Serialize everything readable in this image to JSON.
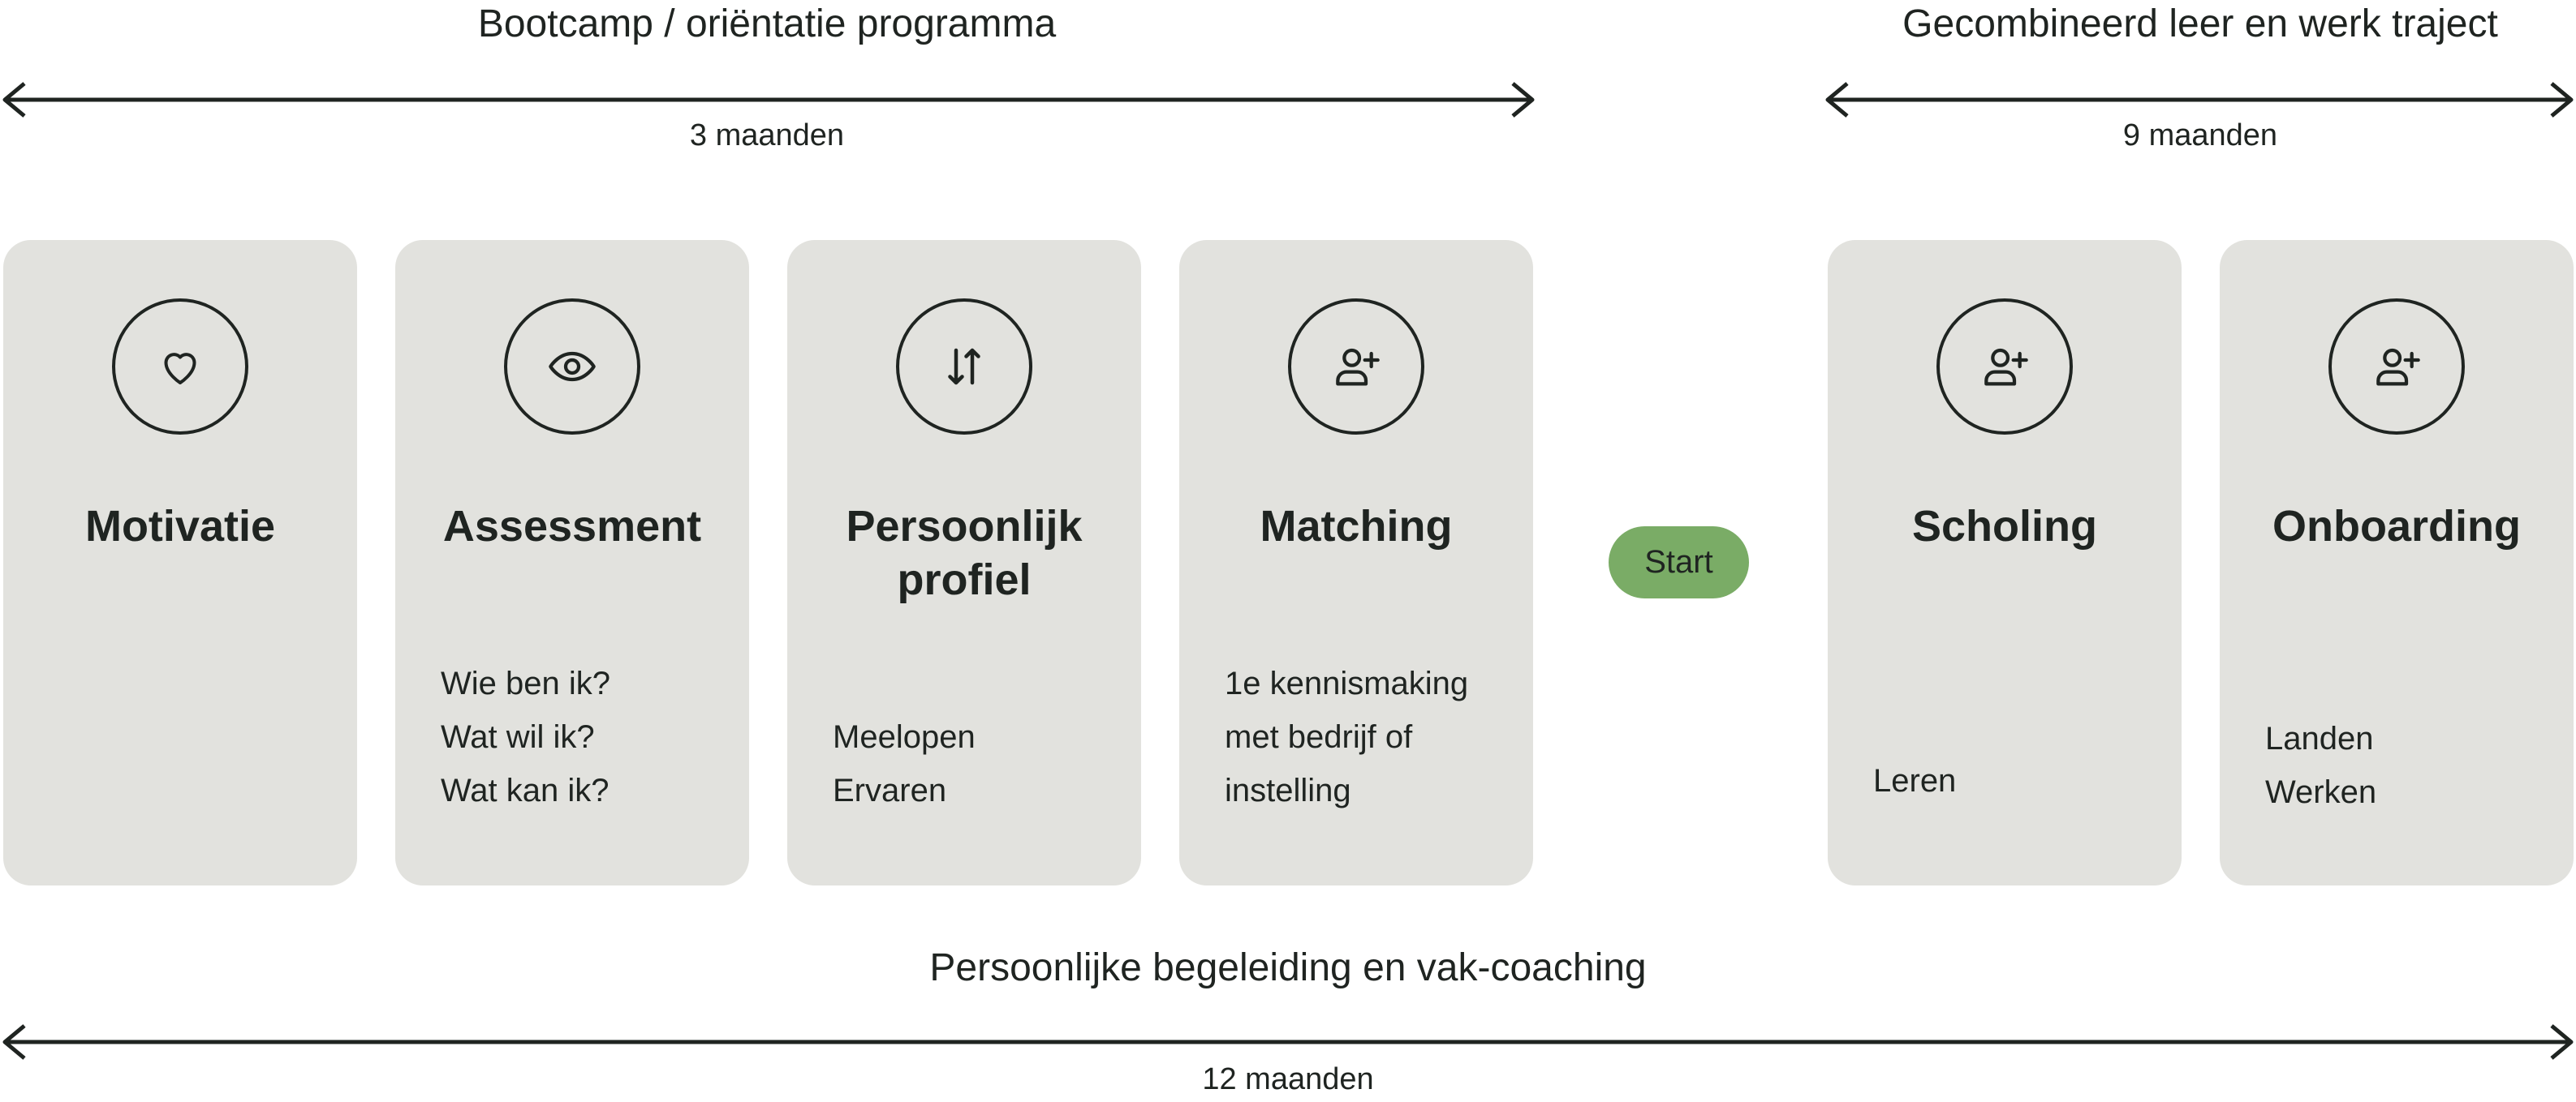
{
  "phases": {
    "bootcamp": {
      "title": "Bootcamp / oriëntatie programma",
      "duration": "3 maanden"
    },
    "combined": {
      "title": "Gecombineerd leer en werk traject",
      "duration": "9 maanden"
    },
    "coaching": {
      "title": "Persoonlijke begeleiding en vak-coaching",
      "duration": "12 maanden"
    }
  },
  "cards": [
    {
      "title": "Motivatie",
      "icon": "heart-icon",
      "lines": []
    },
    {
      "title": "Assessment",
      "icon": "eye-icon",
      "lines": [
        "Wie  ben ik?",
        "Wat wil ik?",
        "Wat kan ik?"
      ]
    },
    {
      "title": "Persoonlijk profiel",
      "icon": "sort-arrows-icon",
      "lines": [
        "Meelopen",
        "Ervaren"
      ]
    },
    {
      "title": "Matching",
      "icon": "user-add-icon",
      "lines": [
        "1e kennismaking",
        "met bedrijf of",
        "instelling"
      ]
    },
    {
      "title": "Scholing",
      "icon": "user-add-icon",
      "lines": [
        "Leren"
      ]
    },
    {
      "title": "Onboarding",
      "icon": "user-add-icon",
      "lines": [
        "Landen",
        "Werken"
      ]
    }
  ],
  "start_label": "Start",
  "colors": {
    "card_bg": "#e2e2de",
    "accent_green": "#7aac66",
    "ink": "#1f2421"
  }
}
